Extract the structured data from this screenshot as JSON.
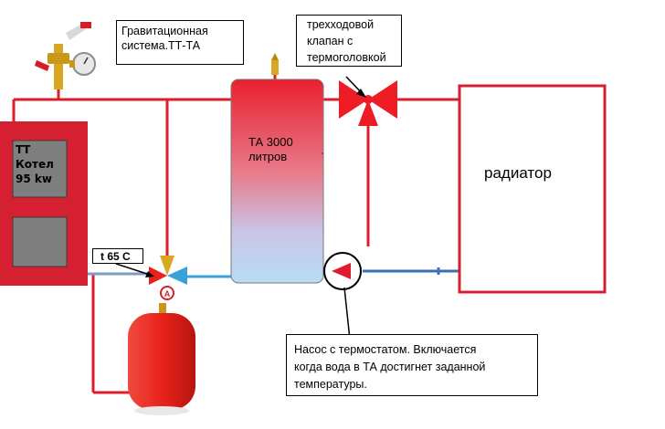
{
  "colors": {
    "pipe_red": "#e01c2c",
    "pipe_blue": "#3a6fb5",
    "boiler_red": "#d42030",
    "window_gray": "#7f7f7f",
    "tank_top": "#e8202e",
    "tank_bottom": "#b8dcf6",
    "valve_red": "#ee1c24",
    "brass": "#d9a820",
    "expansion_red": "#e8221c",
    "pump_ring": "#000000"
  },
  "icons": [
    "safety-group-icon",
    "air-vent-icon",
    "three-way-valve-icon",
    "mixing-valve-icon",
    "pump-icon",
    "expansion-tank-icon"
  ],
  "callouts": {
    "system": {
      "line1": "Гравитационная",
      "line2": "система.ТТ-ТА"
    },
    "valve": {
      "line1": "трехходовой",
      "line2": "клапан с",
      "line3": "термоголовкой"
    },
    "pump": {
      "line1": "Насос с термостатом. Включается",
      "line2": "когда вода в ТА достигнет заданной",
      "line3": "температуры."
    },
    "temp": "t 65 С"
  },
  "boiler": {
    "line1": "ТТ",
    "line2": "Котел",
    "line3": "95 kw"
  },
  "tank": {
    "line1": "ТА 3000",
    "line2": "литров"
  },
  "radiator": {
    "label": "радиатор"
  },
  "valve_letter": "A"
}
